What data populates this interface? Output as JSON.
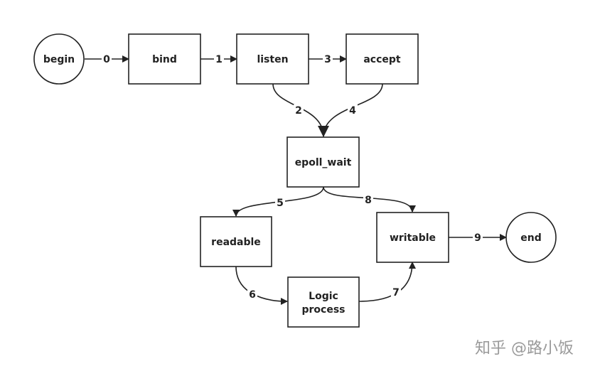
{
  "nodes": {
    "begin": "begin",
    "bind": "bind",
    "listen": "listen",
    "accept": "accept",
    "epoll_wait": "epoll_wait",
    "readable": "readable",
    "logic_line1": "Logic",
    "logic_line2": "process",
    "writable": "writable",
    "end": "end"
  },
  "edges": {
    "e0": "0",
    "e1": "1",
    "e2": "2",
    "e3": "3",
    "e4": "4",
    "e5": "5",
    "e6": "6",
    "e7": "7",
    "e8": "8",
    "e9": "9"
  },
  "watermark": "知乎 @路小饭"
}
